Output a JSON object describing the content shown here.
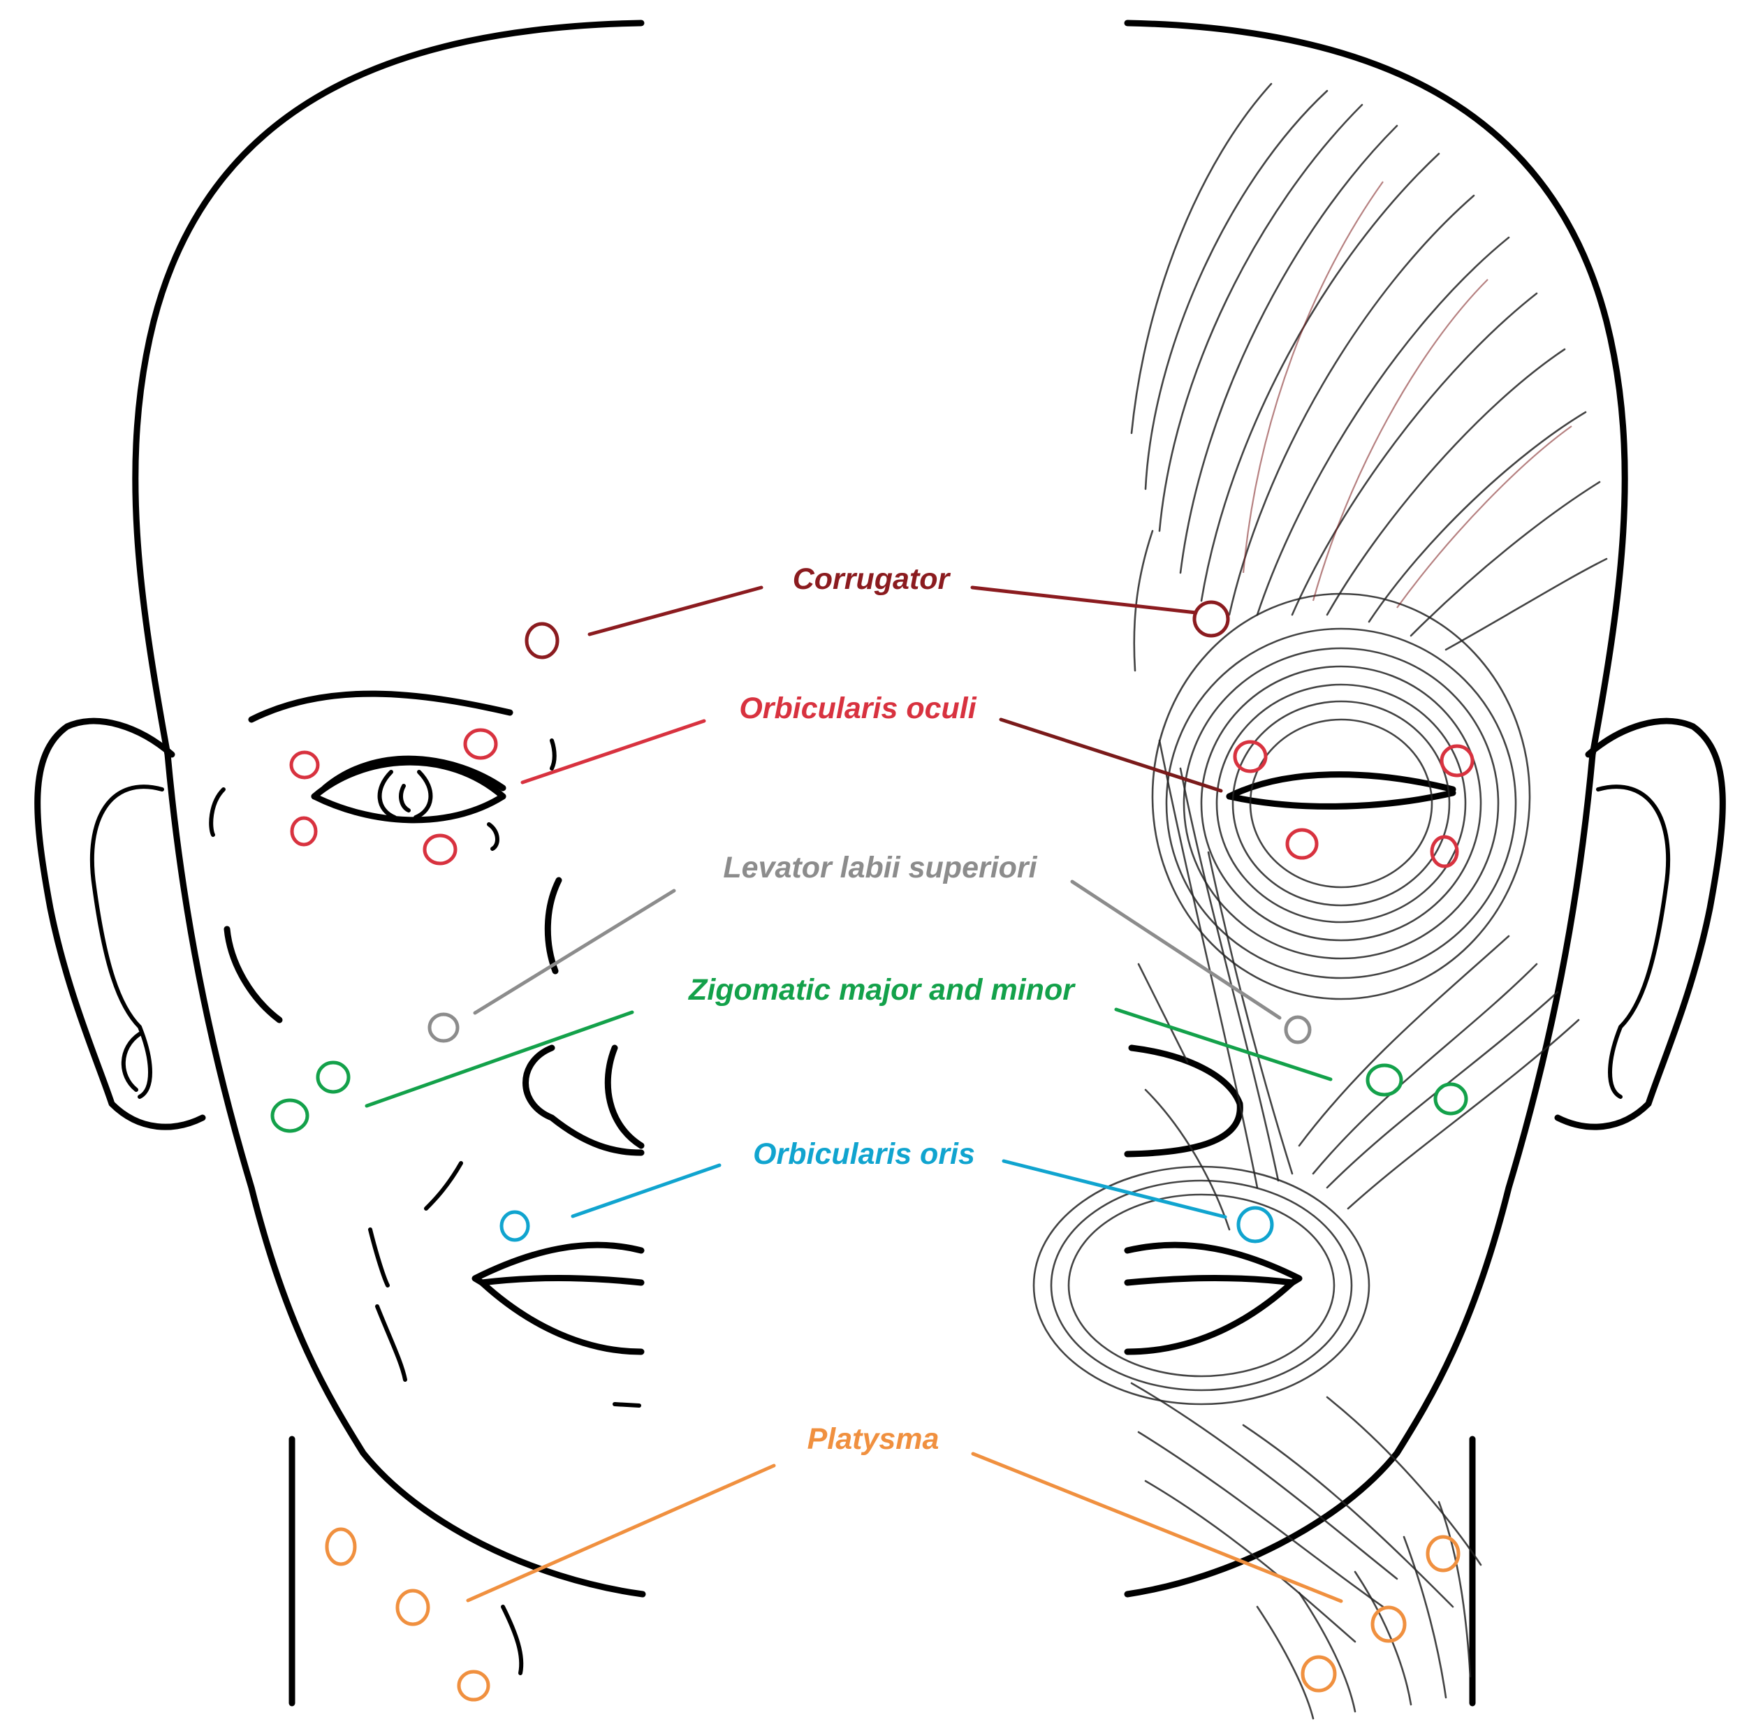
{
  "muscles": [
    {
      "key": "corrugator",
      "label": "Corrugator",
      "color": "#8b1b1f"
    },
    {
      "key": "orbicularis_oculi",
      "label": "Orbicularis oculi",
      "color": "#d8323f"
    },
    {
      "key": "levator",
      "label": "Levator  labii superiori",
      "color": "#8c8c8c"
    },
    {
      "key": "zygomatic",
      "label": "Zigomatic major and minor",
      "color": "#13a14a"
    },
    {
      "key": "orbicularis_oris",
      "label": "Orbicularis oris",
      "color": "#10a4cf"
    },
    {
      "key": "platysma",
      "label": "Platysma",
      "color": "#f0903f"
    }
  ]
}
